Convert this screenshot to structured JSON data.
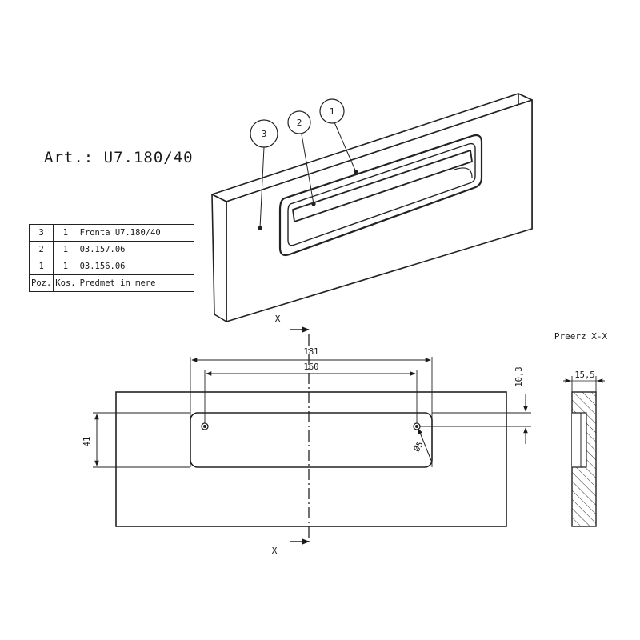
{
  "title": "Art.: U7.180/40",
  "bom": {
    "rows": [
      {
        "poz": "3",
        "kos": "1",
        "item": "Fronta U7.180/40"
      },
      {
        "poz": "2",
        "kos": "1",
        "item": "03.157.06"
      },
      {
        "poz": "1",
        "kos": "1",
        "item": "03.156.06"
      }
    ],
    "header": {
      "poz": "Poz.",
      "kos": "Kos.",
      "item": "Predmet in mere"
    }
  },
  "callouts": [
    "3",
    "2",
    "1"
  ],
  "dimensions": {
    "overall_hole": "181",
    "hole_spacing": "160",
    "height": "41",
    "offset": "10,3",
    "hole_dia": "Ø5",
    "section_width": "15,5"
  },
  "section": {
    "marker": "X",
    "title": "Preerz X-X"
  }
}
